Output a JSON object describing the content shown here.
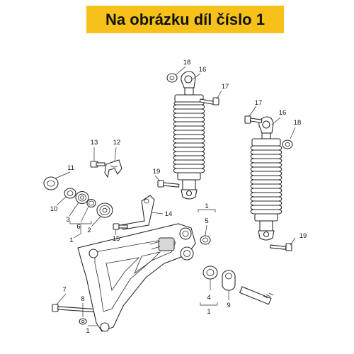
{
  "banner": {
    "text": "Na obrázku díl číslo 1"
  },
  "callouts": [
    "18",
    "16",
    "17",
    "17",
    "16",
    "18",
    "13",
    "12",
    "11",
    "19",
    "10",
    "3",
    "6",
    "2",
    "14",
    "15",
    "1",
    "1",
    "5",
    "19",
    "7",
    "8",
    "4",
    "1",
    "9",
    "1"
  ],
  "colors": {
    "banner_bg": "#f6c21a",
    "banner_text": "#111111",
    "line": "#2a2a2a"
  }
}
